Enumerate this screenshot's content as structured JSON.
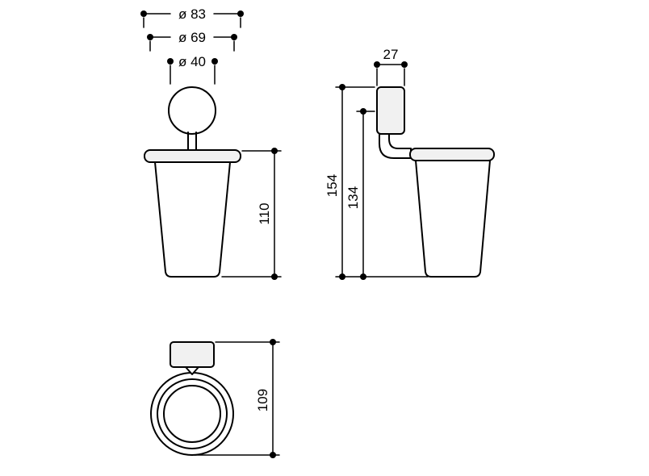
{
  "drawing": {
    "type": "technical-dimension-drawing",
    "subject": "wall-mounted tumbler holder with cup and knob",
    "front_view": {
      "diameter_outer": "ø 83",
      "diameter_rim": "ø 69",
      "diameter_knob": "ø 40",
      "height": "110"
    },
    "side_view": {
      "bracket_width": "27",
      "overall_height": "154",
      "holder_height": "134"
    },
    "ring_view": {
      "height": "109"
    },
    "colors": {
      "line": "#000000",
      "part_fill": "#f1f1f1",
      "background": "#ffffff"
    }
  }
}
